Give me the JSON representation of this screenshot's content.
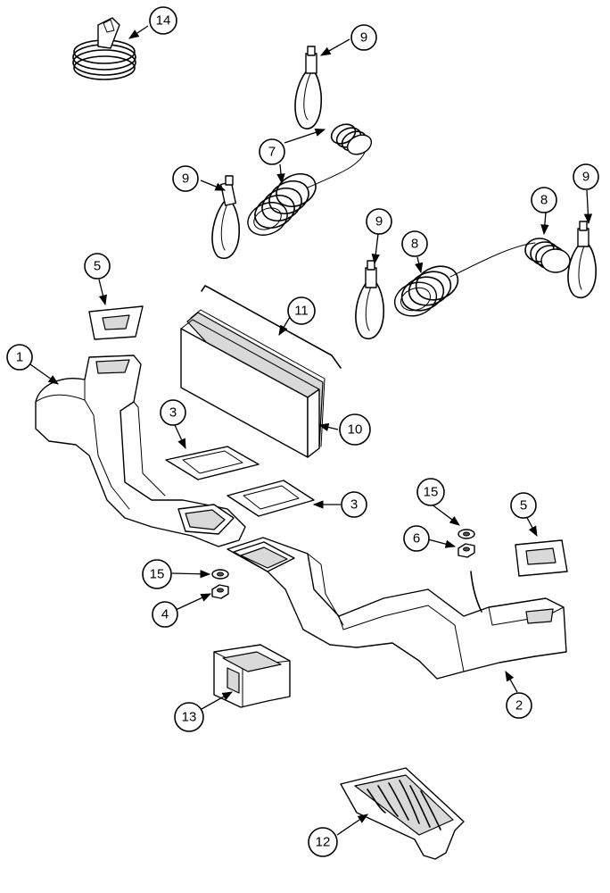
{
  "callouts": {
    "c1": "1",
    "c2": "2",
    "c3a": "3",
    "c3b": "3",
    "c4": "4",
    "c5a": "5",
    "c5b": "5",
    "c6": "6",
    "c7": "7",
    "c8a": "8",
    "c8b": "8",
    "c9a": "9",
    "c9b": "9",
    "c9c": "9",
    "c9d": "9",
    "c10": "10",
    "c11": "11",
    "c12": "12",
    "c13": "13",
    "c14": "14",
    "c15a": "15",
    "c15b": "15"
  }
}
